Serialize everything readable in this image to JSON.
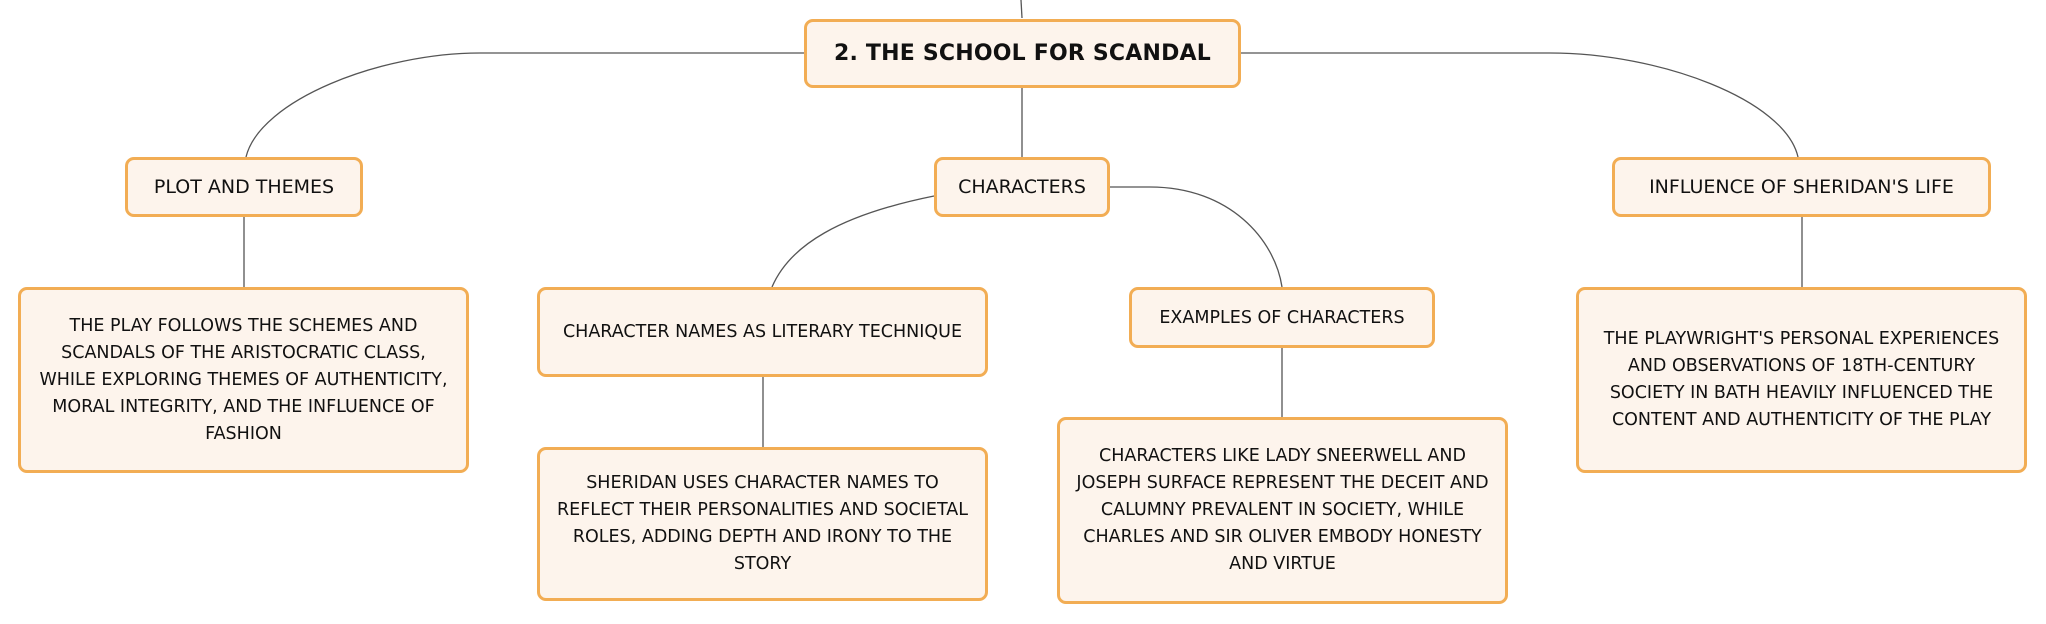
{
  "mindmap": {
    "root": {
      "label": "2. THE SCHOOL FOR SCANDAL"
    },
    "branches": {
      "plot": {
        "label": "PLOT AND THEMES",
        "detail": "THE PLAY FOLLOWS THE SCHEMES AND SCANDALS OF THE ARISTOCRATIC CLASS, WHILE EXPLORING THEMES OF AUTHENTICITY, MORAL INTEGRITY, AND THE INFLUENCE OF FASHION"
      },
      "characters": {
        "label": "CHARACTERS",
        "names": {
          "label": "CHARACTER NAMES AS LITERARY TECHNIQUE",
          "detail": "SHERIDAN USES CHARACTER NAMES TO REFLECT THEIR PERSONALITIES AND SOCIETAL ROLES, ADDING DEPTH AND IRONY TO THE STORY"
        },
        "examples": {
          "label": "EXAMPLES OF CHARACTERS",
          "detail": "CHARACTERS LIKE LADY SNEERWELL AND JOSEPH SURFACE REPRESENT THE DECEIT AND CALUMNY PREVALENT IN SOCIETY, WHILE CHARLES AND SIR OLIVER EMBODY HONESTY AND VIRTUE"
        }
      },
      "influence": {
        "label": "INFLUENCE OF SHERIDAN'S LIFE",
        "detail": "THE PLAYWRIGHT'S PERSONAL EXPERIENCES AND OBSERVATIONS OF 18TH-CENTURY SOCIETY IN BATH HEAVILY INFLUENCED THE CONTENT AND AUTHENTICITY OF THE PLAY"
      }
    },
    "colors": {
      "node_fill": "#fdf4ec",
      "node_border": "#f2ad54",
      "connector": "#555555"
    }
  }
}
